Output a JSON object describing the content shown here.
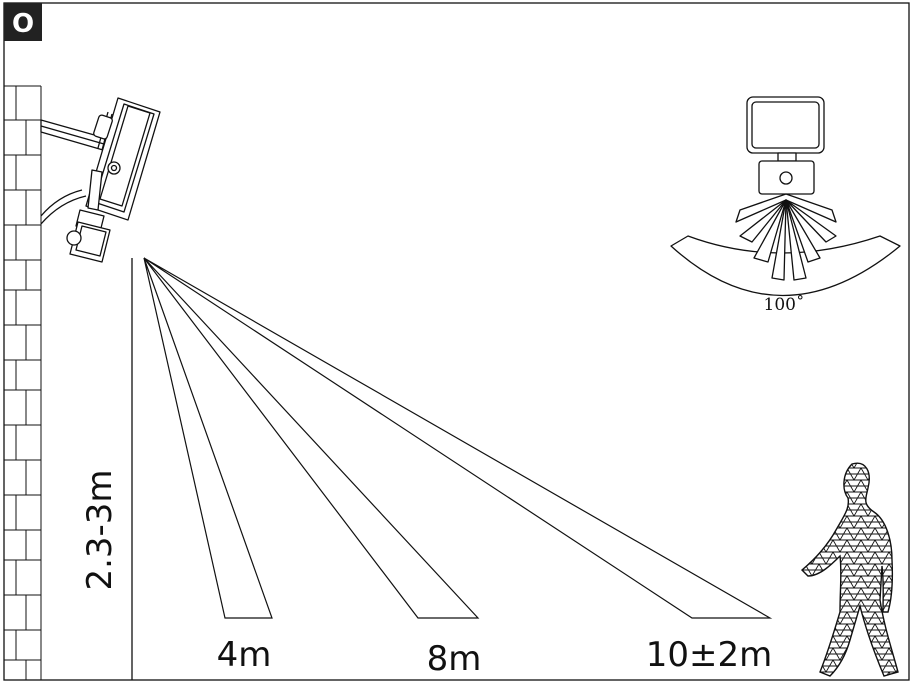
{
  "badge": {
    "label": "O"
  },
  "mount_height": {
    "label": "2.3-3m"
  },
  "distances": [
    {
      "label": "4m"
    },
    {
      "label": "8m"
    },
    {
      "label": "10±2m"
    }
  ],
  "sensor": {
    "angle_label": "100˚"
  },
  "colors": {
    "ink": "#111111",
    "badge_bg": "#222222",
    "badge_text": "#ffffff",
    "background": "#ffffff"
  }
}
